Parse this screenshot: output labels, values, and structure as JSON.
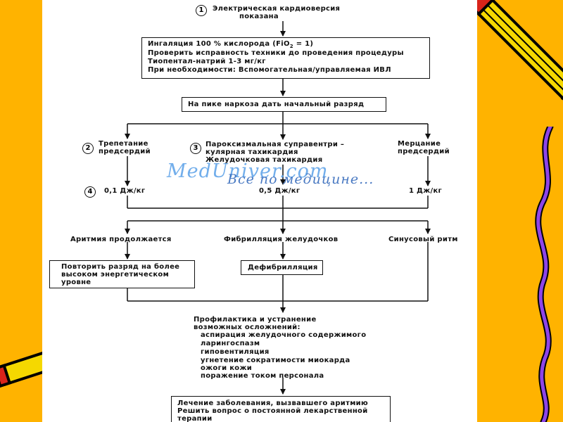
{
  "steps": {
    "s1": {
      "num": "1",
      "lines": [
        "Электрическая кардиоверсия",
        "показана"
      ]
    },
    "box1": {
      "lines": [
        "Ингаляция 100 % кислорода (FiO",
        "Проверить исправность техники до проведения процедуры",
        "Тиопентал-натрий 1-3 мг/кг",
        "При необходимости: Вспомогательная/управляемая ИВЛ"
      ],
      "fio_sub": "2",
      "fio_tail": " = 1)"
    },
    "box2": {
      "label": "На пике наркоза дать начальный разряд"
    }
  },
  "branches": {
    "left": {
      "num": "2",
      "lines": [
        "Трепетание",
        "предсердий"
      ]
    },
    "middle": {
      "num": "3",
      "lines": [
        "Пароксизмальная суправентри –",
        "кулярная тахикардия",
        "Желудочковая тахикардия"
      ]
    },
    "right": {
      "lines": [
        "Мерцание",
        "предсердий"
      ]
    }
  },
  "energies": {
    "num": "4",
    "left": "0,1 Дж/кг",
    "middle": "0,5 Дж/кг",
    "right": "1 Дж/кг"
  },
  "outcomes": {
    "left": "Аритмия продолжается",
    "middle": "Фибрилляция желудочков",
    "right": "Синусовый ритм"
  },
  "actions": {
    "repeat": [
      "Повторить разряд на более",
      "высоком энергетическом",
      "уровне"
    ],
    "defib": "Дефибрилляция"
  },
  "prevention": {
    "title": [
      "Профилактика и устранение",
      "возможных осложнений:"
    ],
    "items": [
      "аспирация желудочного содержимого",
      "ларингоспазм",
      "гиповентиляция",
      "угнетение сократимости миокарда",
      "ожоги кожи",
      "поражение током персонала"
    ]
  },
  "final": {
    "lines": [
      "Лечение заболевания, вызвавшего аритмию",
      "Решить вопрос о постоянной лекарственной",
      "терапии"
    ]
  },
  "watermark": {
    "line1": "MedUniver.com",
    "line2": "Все по медицине..."
  },
  "colors": {
    "background": "#FFB300",
    "slide": "#FFFFFF",
    "ink": "#111111",
    "watermark_light": "#5AA0E8",
    "watermark_dark": "#2A62B8",
    "pencil_yellow": "#F5D800",
    "pencil_red": "#D9241A",
    "squiggle": "#8E44E8"
  }
}
